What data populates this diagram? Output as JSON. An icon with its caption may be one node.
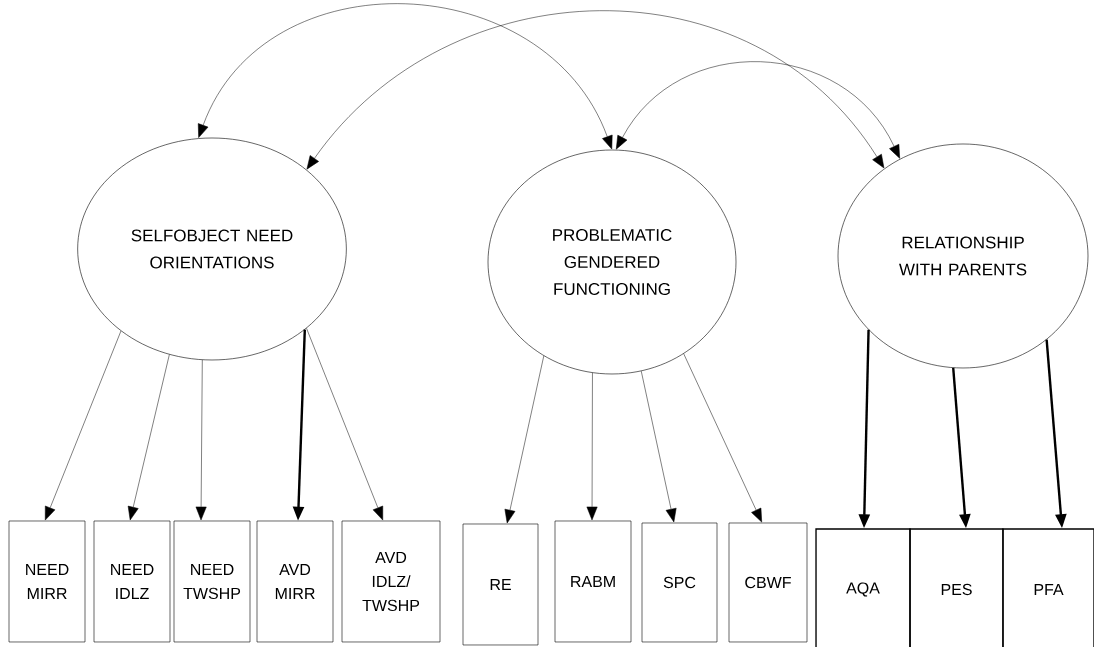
{
  "diagram": {
    "nodes": [
      {
        "text": [
          "SELFOBJECT NEED ORIENTATIONS"
        ]
      },
      {
        "text": [
          "PROBLEMATIC GENDERED FUNCTIONING"
        ]
      },
      {
        "text": [
          "RELATIONSHIP WITH PARENTS"
        ]
      },
      {
        "text": [
          "NEED MIRR"
        ]
      },
      {
        "text": [
          "NEED IDLZ"
        ]
      },
      {
        "text": [
          "NEED TWSHP"
        ]
      },
      {
        "text": [
          "AVD MIRR"
        ]
      },
      {
        "text": [
          "AVD IDLZ/ TWSHP"
        ]
      },
      {
        "text": [
          "RE"
        ]
      },
      {
        "text": [
          "RABM"
        ]
      },
      {
        "text": [
          "SPC"
        ]
      },
      {
        "text": [
          "CBWF"
        ]
      },
      {
        "text": [
          "AQA"
        ]
      },
      {
        "text": [
          "PES"
        ]
      },
      {
        "text": [
          "PFA"
        ]
      }
    ],
    "edges": [
      {
        "from": 0,
        "to": 1,
        "arrow": "both"
      },
      {
        "from": 0,
        "to": 2,
        "arrow": "both"
      },
      {
        "from": 1,
        "to": 2,
        "arrow": "both"
      },
      {
        "from": 0,
        "to": 3,
        "arrow": "to"
      },
      {
        "from": 0,
        "to": 4,
        "arrow": "to"
      },
      {
        "from": 0,
        "to": 5,
        "arrow": "to"
      },
      {
        "from": 0,
        "to": 6,
        "arrow": "to",
        "style": "thick"
      },
      {
        "from": 0,
        "to": 7,
        "arrow": "to"
      },
      {
        "from": 1,
        "to": 8,
        "arrow": "to"
      },
      {
        "from": 1,
        "to": 9,
        "arrow": "to"
      },
      {
        "from": 1,
        "to": 10,
        "arrow": "to"
      },
      {
        "from": 1,
        "to": 11,
        "arrow": "to"
      },
      {
        "from": 2,
        "to": 12,
        "arrow": "to",
        "style": "thick"
      },
      {
        "from": 2,
        "to": 13,
        "arrow": "to",
        "style": "thick"
      },
      {
        "from": 2,
        "to": 14,
        "arrow": "to",
        "style": "thick"
      }
    ]
  }
}
